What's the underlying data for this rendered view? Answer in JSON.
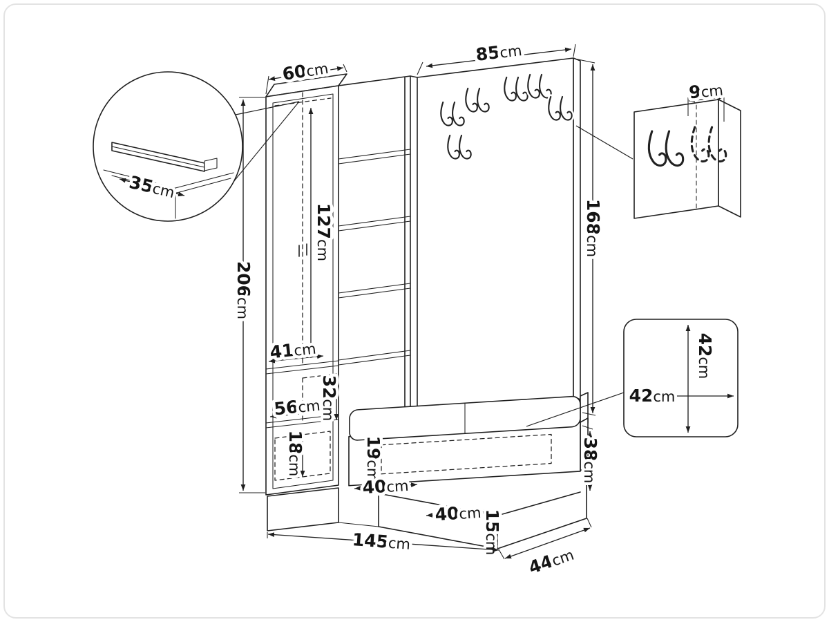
{
  "diagram": {
    "type": "furniture-dimension-diagram",
    "colors": {
      "ink": "#1f1f1f",
      "background": "#ffffff",
      "frame_border": "#e3e3e3"
    },
    "labels": {
      "top_left_width": {
        "v": "60",
        "u": "cm"
      },
      "top_right_width": {
        "v": "85",
        "u": "cm"
      },
      "hook_panel_depth": {
        "v": "9",
        "u": "cm"
      },
      "rail_length": {
        "v": "35",
        "u": "cm"
      },
      "total_height": {
        "v": "206",
        "u": "cm"
      },
      "interior_height": {
        "v": "127",
        "u": "cm"
      },
      "panel_height": {
        "v": "168",
        "u": "cm"
      },
      "interior_width": {
        "v": "41",
        "u": "cm"
      },
      "cabinet_width": {
        "v": "56",
        "u": "cm"
      },
      "compartment_height": {
        "v": "32",
        "u": "cm"
      },
      "drawer_height": {
        "v": "18",
        "u": "cm"
      },
      "bench_opening_height": {
        "v": "19",
        "u": "cm"
      },
      "bench_opening_left": {
        "v": "40",
        "u": "cm"
      },
      "bench_opening_right": {
        "v": "40",
        "u": "cm"
      },
      "plinth_height": {
        "v": "15",
        "u": "cm"
      },
      "total_width": {
        "v": "145",
        "u": "cm"
      },
      "bench_depth": {
        "v": "44",
        "u": "cm"
      },
      "cushion_depth": {
        "v": "42",
        "u": "cm"
      },
      "cushion_width": {
        "v": "42",
        "u": "cm"
      },
      "bench_height": {
        "v": "38",
        "u": "cm"
      }
    }
  }
}
